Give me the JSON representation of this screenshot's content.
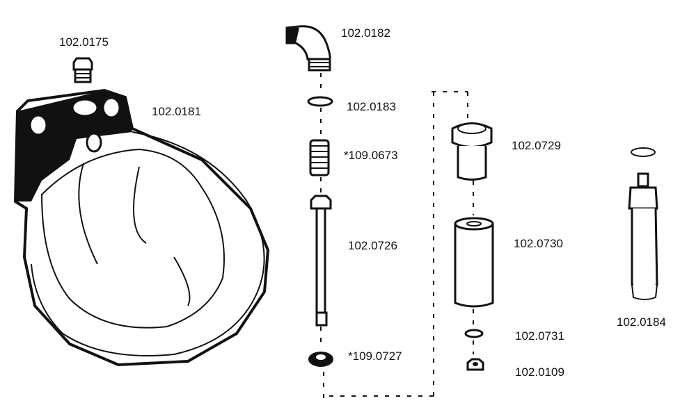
{
  "diagram": {
    "type": "exploded parts diagram",
    "parts": {
      "bolt_plug": "102.0175",
      "elbow": "102.0182",
      "bowl": "102.0181",
      "washer_top": "102.0183",
      "spring": "*109.0673",
      "nut_sleeve": "102.0729",
      "valve_stem": "102.0726",
      "tube": "102.0730",
      "valve_assembly": "102.0184",
      "small_washer": "102.0731",
      "valve_seal": "*109.0727",
      "small_nut": "102.0109"
    }
  }
}
